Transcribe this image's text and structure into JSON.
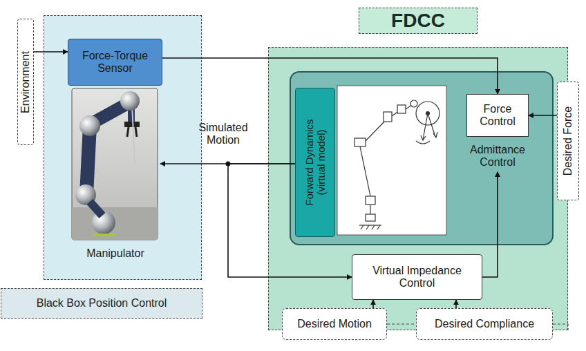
{
  "diagram": {
    "nodes": [
      {
        "text": [
          "Black Box Position Control"
        ]
      },
      {
        "text": [
          "Environment"
        ]
      },
      {
        "text": [
          "Force-Torque Sensor"
        ],
        "in": 0
      },
      {
        "text": [
          "Manipulator"
        ],
        "in": 0
      },
      {
        "text": [
          "FDCC"
        ]
      },
      {
        "text": [
          "Admittance Control"
        ],
        "in": 4
      },
      {
        "text": [
          "Forward Dynamics (virtual model)"
        ],
        "in": 5
      },
      {
        "text": [
          "Force Control"
        ],
        "in": 5
      },
      {
        "text": [
          "Virtual Impedance Control"
        ],
        "in": 4
      },
      {
        "text": [
          "Desired Force"
        ]
      },
      {
        "text": [
          "Desired Motion"
        ]
      },
      {
        "text": [
          "Desired Compliance"
        ]
      }
    ],
    "edges": [
      {
        "from": 1,
        "to": 2,
        "arrow": "to"
      },
      {
        "from": 2,
        "to": 7,
        "arrow": "to"
      },
      {
        "from": 9,
        "to": 7,
        "arrow": "to"
      },
      {
        "from": 6,
        "to": 3,
        "label": "Simulated Motion",
        "arrow": "to"
      },
      {
        "from": 6,
        "to": 8,
        "arrow": "to"
      },
      {
        "from": 8,
        "to": 5,
        "arrow": "to"
      },
      {
        "from": 10,
        "to": 8,
        "arrow": "to"
      },
      {
        "from": 11,
        "to": 8,
        "arrow": "to"
      }
    ]
  }
}
